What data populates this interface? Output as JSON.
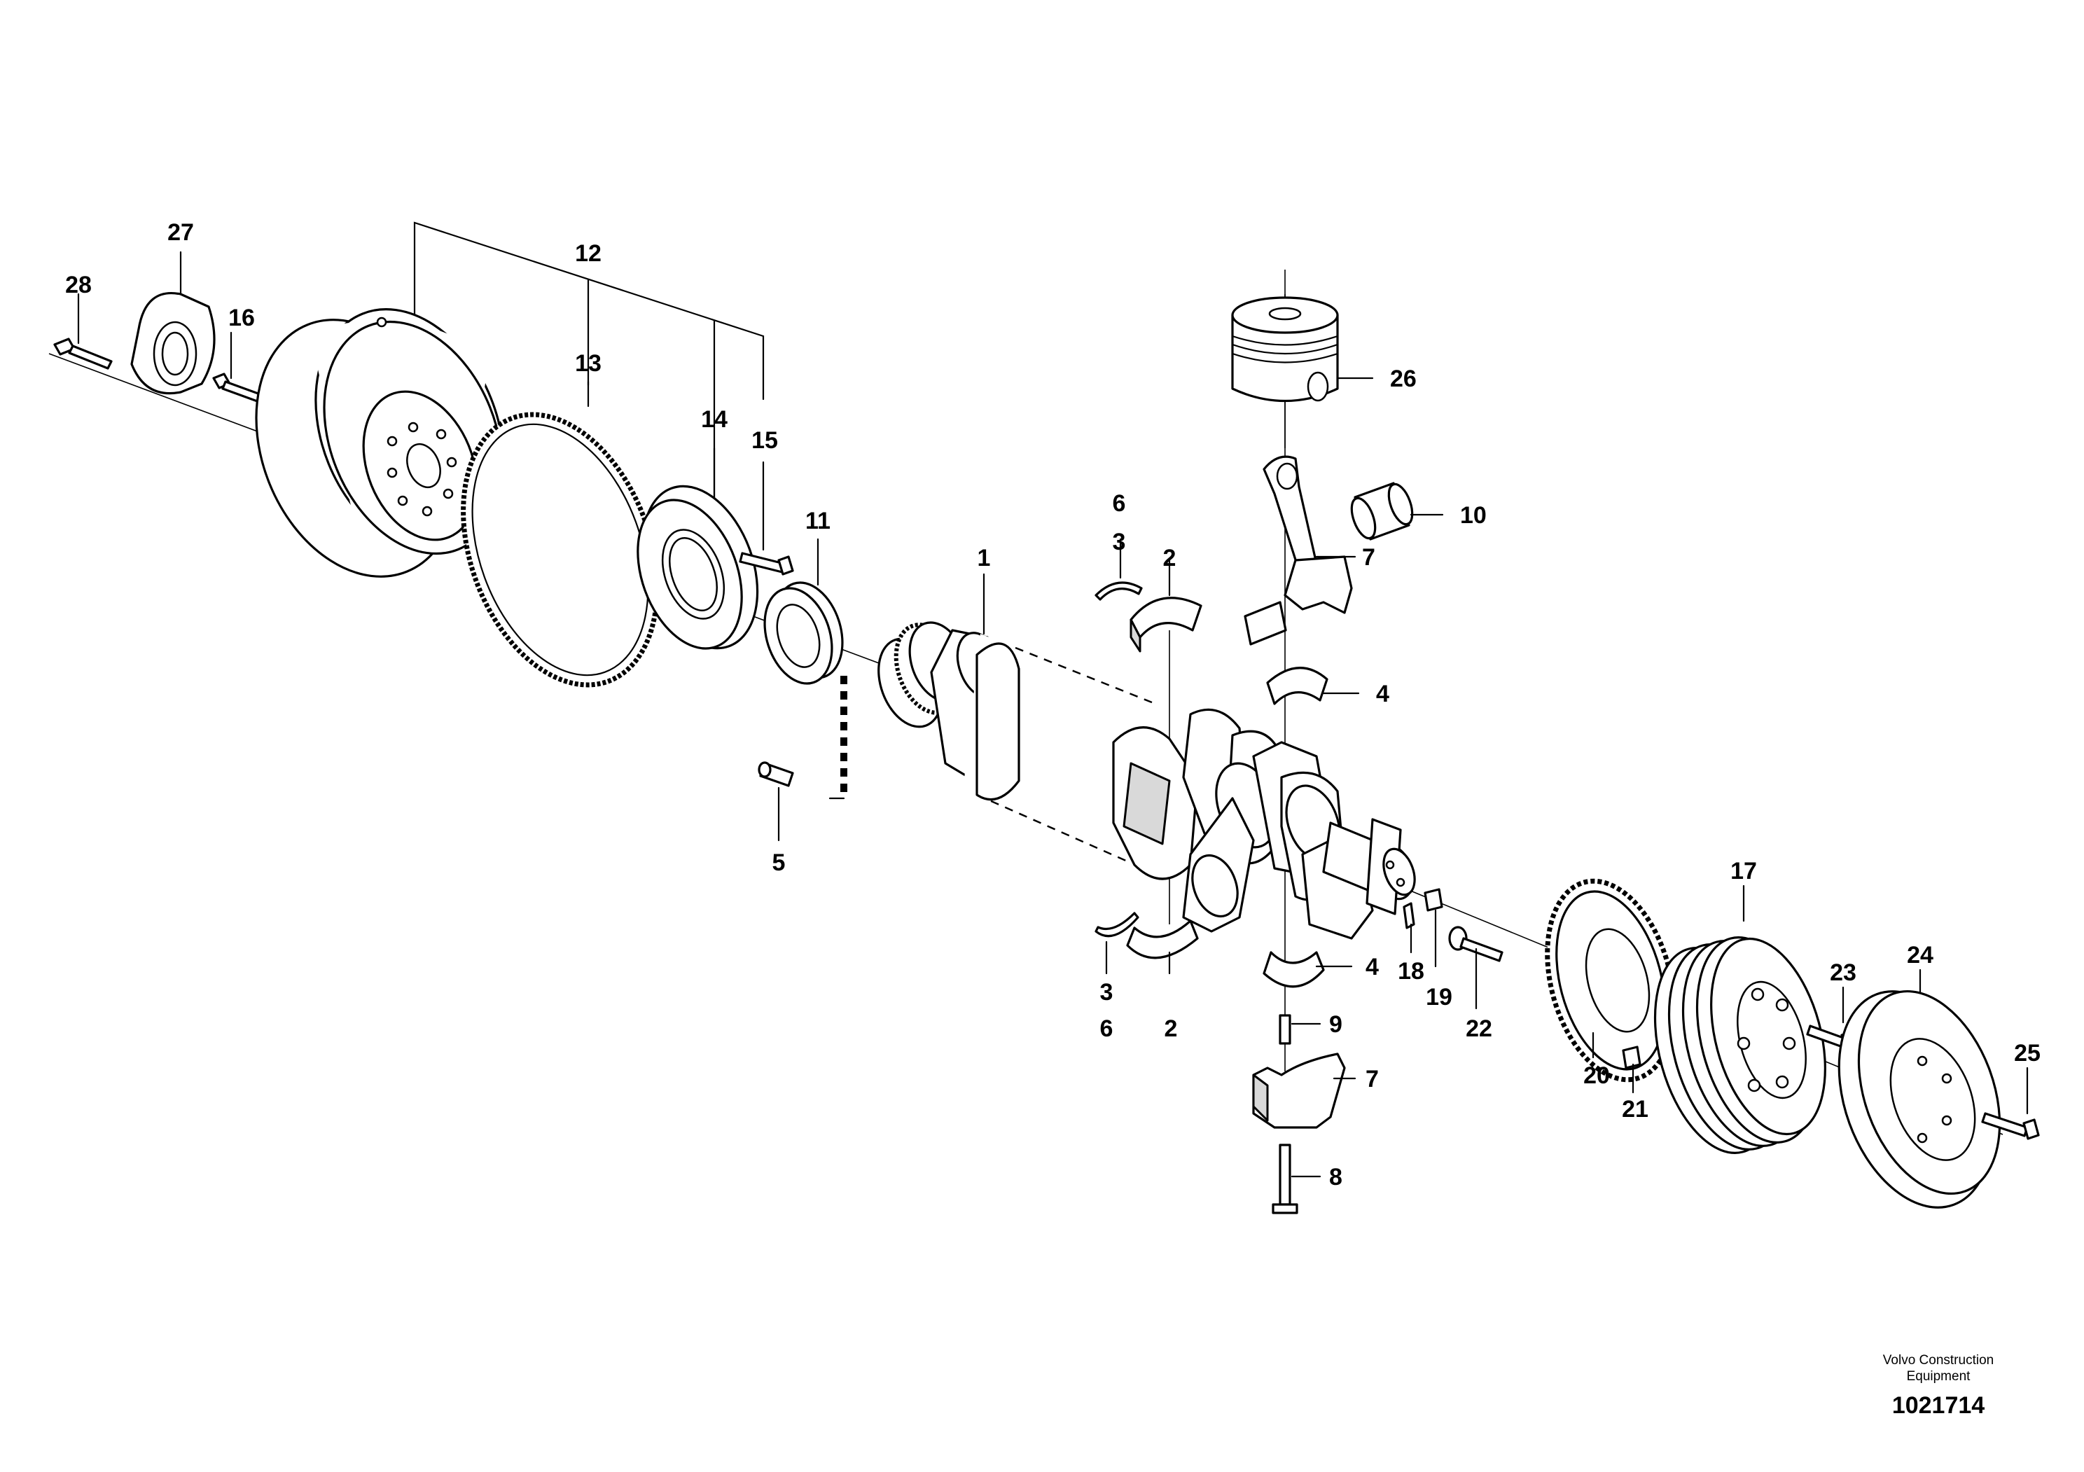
{
  "callouts": {
    "c1": "1",
    "c2a": "2",
    "c2b": "2",
    "c3a": "3",
    "c3b": "3",
    "c4a": "4",
    "c4b": "4",
    "c5": "5",
    "c6a": "6",
    "c6b": "6",
    "c7a": "7",
    "c7b": "7",
    "c8": "8",
    "c9": "9",
    "c10": "10",
    "c11": "11",
    "c12": "12",
    "c13": "13",
    "c14": "14",
    "c15": "15",
    "c16": "16",
    "c17": "17",
    "c18": "18",
    "c19": "19",
    "c20": "20",
    "c21": "21",
    "c22": "22",
    "c23": "23",
    "c24": "24",
    "c25": "25",
    "c26": "26",
    "c27": "27",
    "c28": "28"
  },
  "footer": {
    "credit_line1": "Volvo Construction",
    "credit_line2": "Equipment",
    "doc_number": "1021714"
  }
}
